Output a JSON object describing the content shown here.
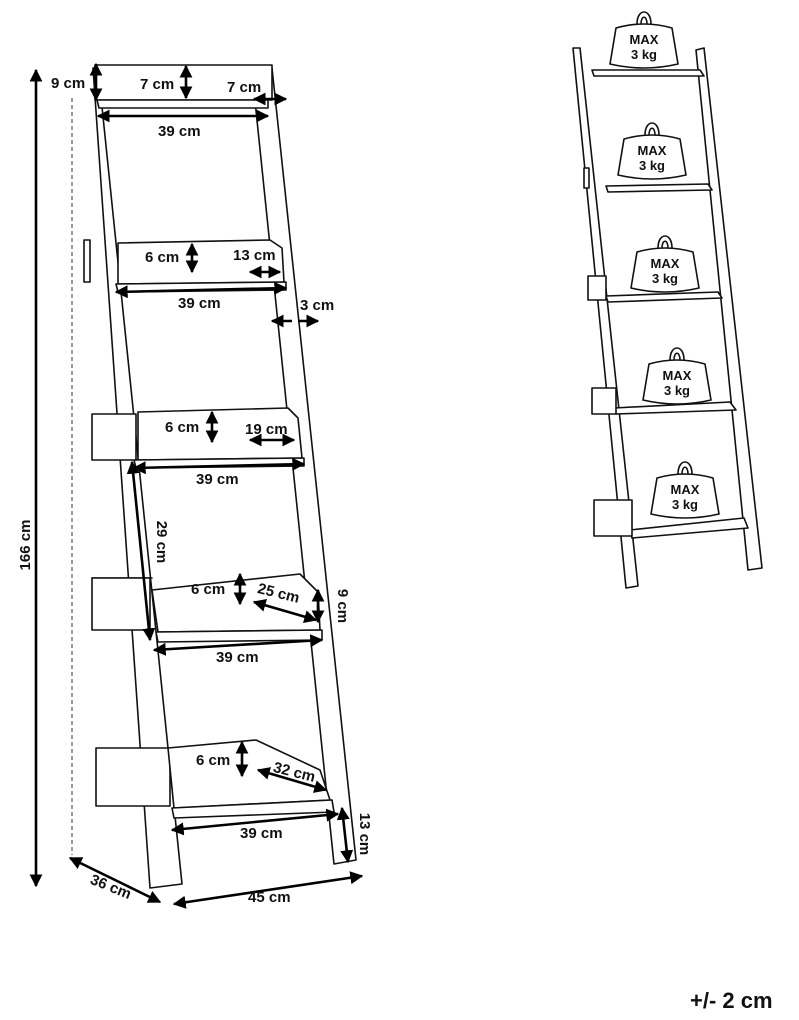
{
  "dimensions": {
    "height": "166 cm",
    "top_thickness": "9 cm",
    "top_depth": "7 cm",
    "top_side": "7 cm",
    "shelf1_width": "39 cm",
    "shelf2_height": "6 cm",
    "shelf2_depth": "13 cm",
    "shelf2_width": "39 cm",
    "rail_thickness": "3 cm",
    "shelf3_height": "6 cm",
    "shelf3_depth": "19 cm",
    "shelf3_width": "39 cm",
    "shelf_spacing": "29 cm",
    "shelf4_height": "6 cm",
    "shelf4_depth": "25 cm",
    "shelf4_front": "9 cm",
    "shelf4_width": "39 cm",
    "shelf5_height": "6 cm",
    "shelf5_depth": "32 cm",
    "shelf5_width": "39 cm",
    "foot_height": "13 cm",
    "base_depth": "36 cm",
    "base_width": "45 cm"
  },
  "load_weights": [
    {
      "line1": "MAX",
      "line2": "3 kg"
    },
    {
      "line1": "MAX",
      "line2": "3 kg"
    },
    {
      "line1": "MAX",
      "line2": "3 kg"
    },
    {
      "line1": "MAX",
      "line2": "3 kg"
    },
    {
      "line1": "MAX",
      "line2": "3 kg"
    }
  ],
  "tolerance": "+/- 2 cm"
}
